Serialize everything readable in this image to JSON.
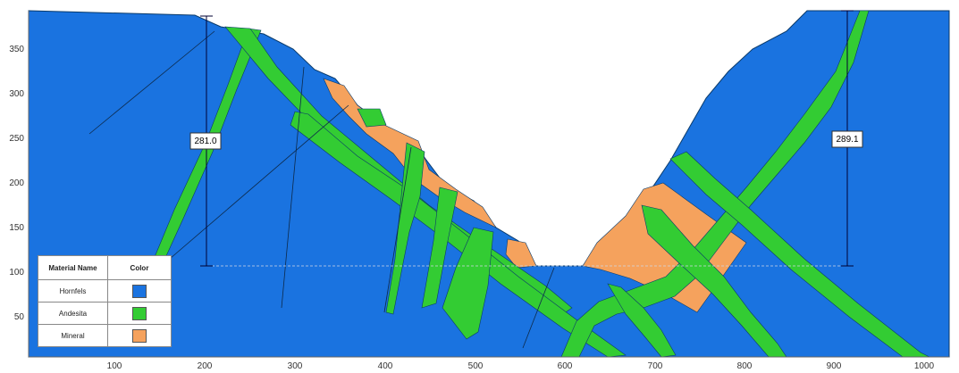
{
  "axes": {
    "x_ticks": [
      "100",
      "200",
      "300",
      "400",
      "500",
      "600",
      "700",
      "800",
      "900",
      "1000"
    ],
    "y_ticks": [
      "50",
      "100",
      "150",
      "200",
      "250",
      "300",
      "350"
    ]
  },
  "dimensions": {
    "left_label": "281.0",
    "right_label": "289.1"
  },
  "legend": {
    "header_name": "Material Name",
    "header_color": "Color",
    "rows": [
      {
        "name": "Hornfels",
        "color": "#1a73e0"
      },
      {
        "name": "Andesita",
        "color": "#33cc33"
      },
      {
        "name": "Mineral",
        "color": "#f5a25d"
      }
    ]
  },
  "colors": {
    "hornfels": "#1a73e0",
    "andesita": "#33cc33",
    "mineral": "#f5a25d",
    "outline": "#0a3a6a"
  }
}
